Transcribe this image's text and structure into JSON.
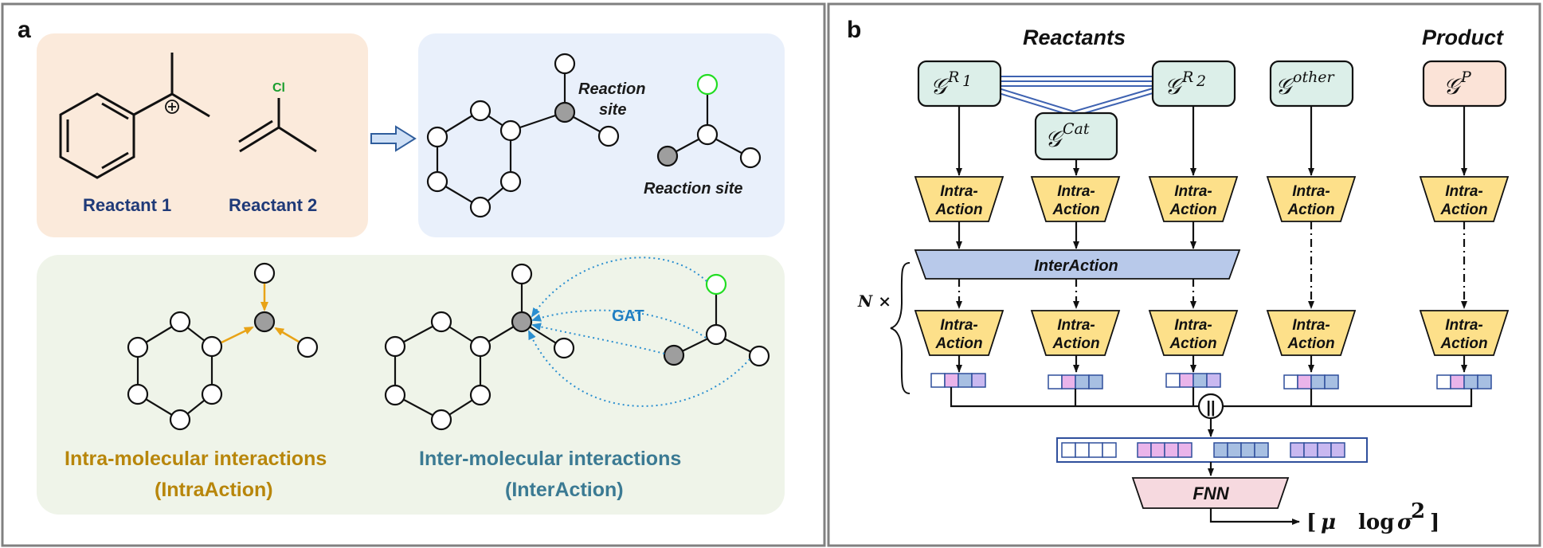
{
  "panel_a": {
    "letter": "a",
    "reactant1_label": "Reactant 1",
    "reactant2_label": "Reactant 2",
    "cl_label": "Cl",
    "reaction_site_line1": "Reaction",
    "reaction_site_line2": "site",
    "reaction_site_label": "Reaction site",
    "gat_label": "GAT",
    "intra_title": "Intra-molecular interactions",
    "intra_sub": "(IntraAction)",
    "inter_title": "Inter-molecular interactions",
    "inter_sub": "(InterAction)"
  },
  "panel_b": {
    "letter": "b",
    "reactants_header": "Reactants",
    "product_header": "Product",
    "graph_symbol": "𝒢",
    "graphs": [
      {
        "sup": "R",
        "sub": "1"
      },
      {
        "sup": "R",
        "sub": "2"
      },
      {
        "sup": "Cat",
        "sub": ""
      },
      {
        "sup": "other",
        "sub": ""
      },
      {
        "sup": "P",
        "sub": ""
      }
    ],
    "intra_line1": "Intra-",
    "intra_line2": "Action",
    "interaction_label": "InterAction",
    "repeat_label": "N ×",
    "concat_symbol": "||",
    "fnn_label": "FNN",
    "output_open": "[",
    "output_mu": "μ",
    "output_log": "log",
    "output_sigma": "σ",
    "output_exp": "2",
    "output_close": "]"
  },
  "colors": {
    "orange_panel": "#fbeadb",
    "blue_panel": "#e9f0fb",
    "green_panel": "#eff4e9",
    "graph_box": "#dcefe9",
    "product_box": "#fbe3d7",
    "intra_trap": "#fde08a",
    "inter_trap": "#b8c9ea",
    "fnn_trap": "#f6d9df",
    "orange_arrow": "#e8a317",
    "blue_dotted": "#2b8fd0",
    "cell_blue": "#a7bfe2",
    "cell_pink": "#eab4ea",
    "cell_purple": "#c9b8f0"
  }
}
